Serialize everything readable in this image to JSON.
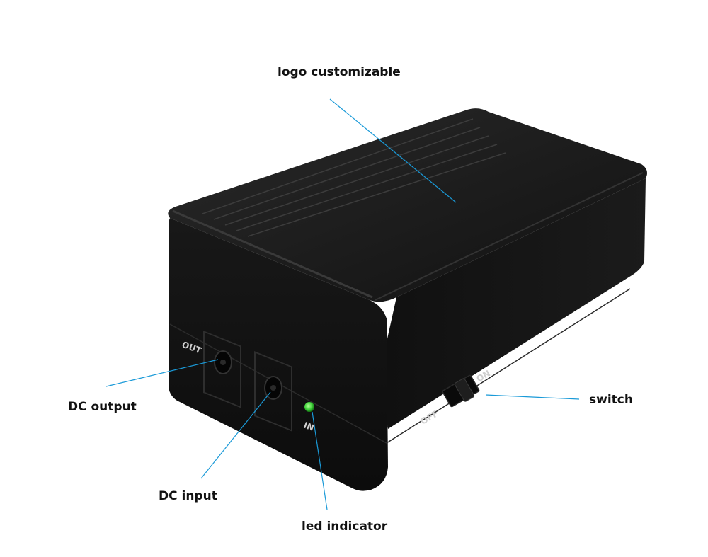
{
  "labels": {
    "logo": "logo customizable",
    "dc_output": "DC output",
    "dc_input": "DC input",
    "led": "led indicator",
    "switch": "switch"
  },
  "panel_text": {
    "out": "OUT",
    "in": "IN",
    "off": "OFF",
    "on": "ON"
  },
  "colors": {
    "leader_line": "#1a9ad8",
    "body": "#121212",
    "led": "#3fd23a"
  }
}
